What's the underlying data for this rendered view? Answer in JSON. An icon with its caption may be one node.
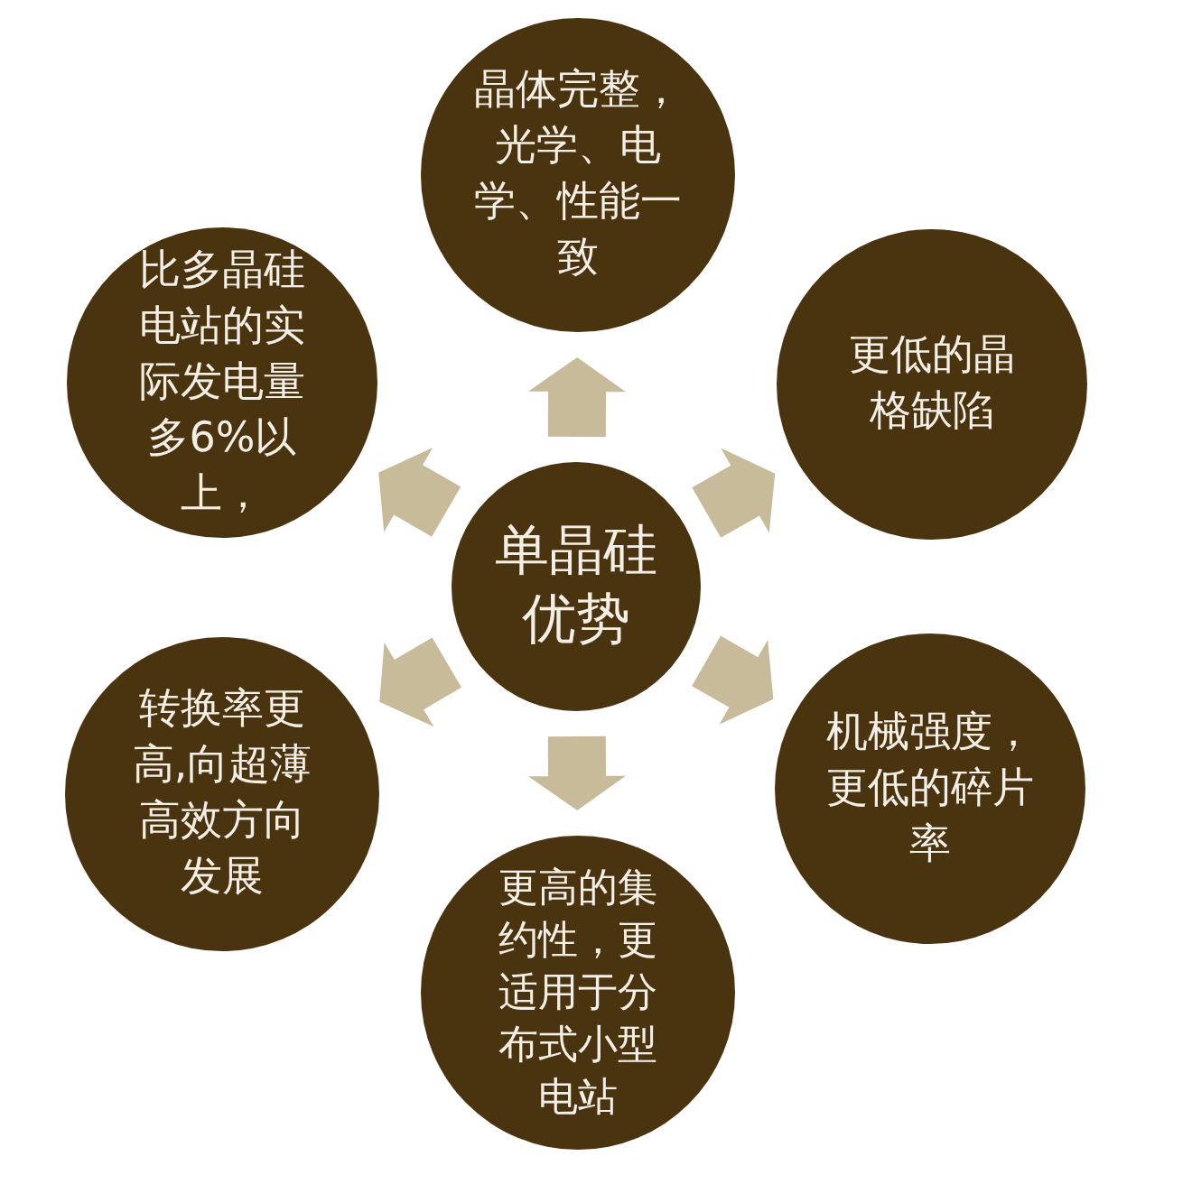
{
  "diagram": {
    "nodes": [
      {
        "text": [
          "晶体完整，光学、电学、性能一致"
        ]
      },
      {
        "text": [
          "比多晶硅电站的实际发电量多6%以上，"
        ]
      },
      {
        "text": [
          "更低的晶格缺陷"
        ]
      },
      {
        "text": [
          "单晶硅优势"
        ]
      },
      {
        "text": [
          "转换率更高,向超薄高效方向发展"
        ]
      },
      {
        "text": [
          "机械强度，更低的碎片率"
        ]
      },
      {
        "text": [
          "更高的集约性，更适用于分布式小型电站"
        ]
      }
    ],
    "edges": [
      {
        "from": 3,
        "to": 0,
        "arrow": "to"
      },
      {
        "from": 3,
        "to": 1,
        "arrow": "to"
      },
      {
        "from": 3,
        "to": 2,
        "arrow": "to"
      },
      {
        "from": 3,
        "to": 4,
        "arrow": "to"
      },
      {
        "from": 3,
        "to": 5,
        "arrow": "to"
      },
      {
        "from": 3,
        "to": 6,
        "arrow": "to"
      }
    ]
  }
}
